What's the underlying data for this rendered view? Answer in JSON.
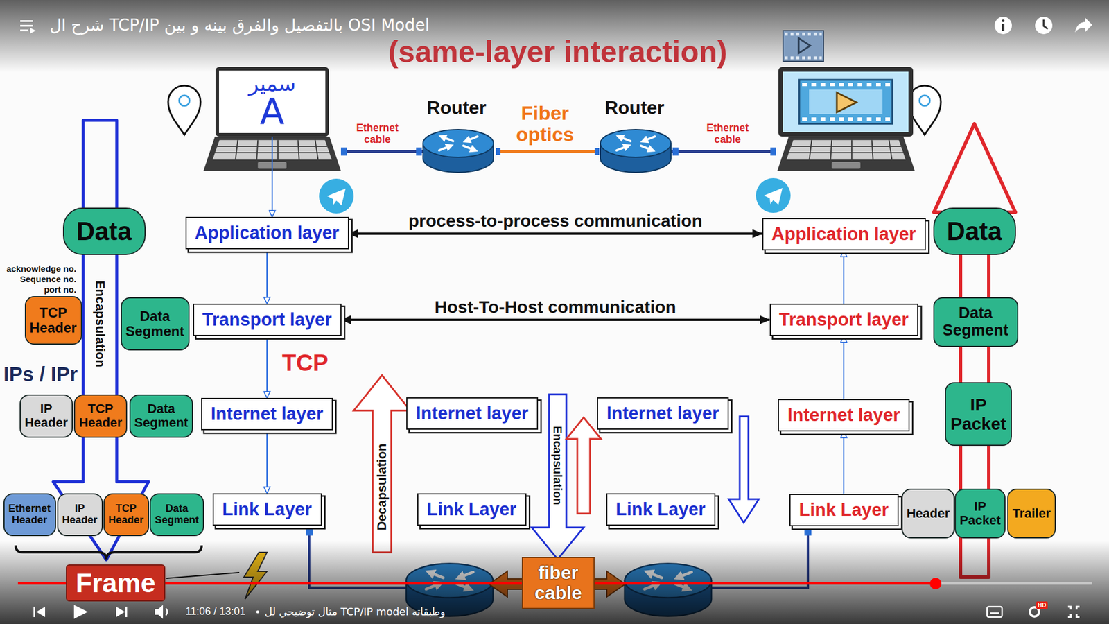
{
  "diagram": {
    "title": "(same-layer interaction)",
    "nodes": [
      {
        "text": [
          "سمير",
          "A"
        ]
      },
      {
        "text": [
          "Data"
        ]
      },
      {
        "text": [
          "Application layer"
        ]
      },
      {
        "text": [
          "Application layer"
        ]
      },
      {
        "text": [
          "Data"
        ]
      },
      {
        "text": [
          "TCP Header"
        ]
      },
      {
        "text": [
          "Data Segment"
        ]
      },
      {
        "text": [
          "Transport layer"
        ]
      },
      {
        "text": [
          "Transport layer"
        ]
      },
      {
        "text": [
          "Data Segment"
        ]
      },
      {
        "text": [
          "IP Header"
        ]
      },
      {
        "text": [
          "TCP Header"
        ]
      },
      {
        "text": [
          "Data Segment"
        ]
      },
      {
        "text": [
          "Internet layer"
        ]
      },
      {
        "text": [
          "Internet layer"
        ]
      },
      {
        "text": [
          "Internet layer"
        ]
      },
      {
        "text": [
          "Internet layer"
        ]
      },
      {
        "text": [
          "IP Packet"
        ]
      },
      {
        "text": [
          "Ethernet Header"
        ]
      },
      {
        "text": [
          "IP Header"
        ]
      },
      {
        "text": [
          "TCP Header"
        ]
      },
      {
        "text": [
          "Data Segment"
        ]
      },
      {
        "text": [
          "Link Layer"
        ]
      },
      {
        "text": [
          "Link Layer"
        ]
      },
      {
        "text": [
          "Link Layer"
        ]
      },
      {
        "text": [
          "Link Layer"
        ]
      },
      {
        "text": [
          "Header"
        ]
      },
      {
        "text": [
          "IP Packet"
        ]
      },
      {
        "text": [
          "Trailer"
        ]
      },
      {
        "text": [
          "Frame"
        ]
      },
      {
        "text": [
          "fiber cable"
        ]
      }
    ],
    "edges": [
      {
        "from": 0,
        "to": 2,
        "arrow": "to"
      },
      {
        "from": 2,
        "to": 3,
        "label": "process-to-process communication",
        "arrow": "both"
      },
      {
        "from": 2,
        "to": 7,
        "arrow": "to"
      },
      {
        "from": 7,
        "to": 8,
        "label": "Host-To-Host communication",
        "arrow": "both"
      },
      {
        "from": 7,
        "to": 13,
        "arrow": "to"
      },
      {
        "from": 13,
        "to": 22,
        "arrow": "to"
      },
      {
        "from": 25,
        "to": 16,
        "arrow": "to"
      },
      {
        "from": 16,
        "to": 8,
        "arrow": "to"
      },
      {
        "from": 8,
        "to": 3,
        "arrow": "to"
      }
    ],
    "labels": [
      "شرح ال TCP/IP بالتفصيل والفرق بينه و بين OSI Model",
      "Router",
      "Router",
      "Ethernet cable",
      "Fiber optics",
      "Ethernet cable",
      "acknowledge no.",
      "Sequence no.",
      "port no.",
      "Encapsulation",
      "IPs / IPr",
      "TCP",
      "Decapsulation",
      "Encapsulation",
      "11:06 / 13:01",
      "مثال توضيحي لل TCP/IP model وطبقاته",
      "HD"
    ]
  }
}
